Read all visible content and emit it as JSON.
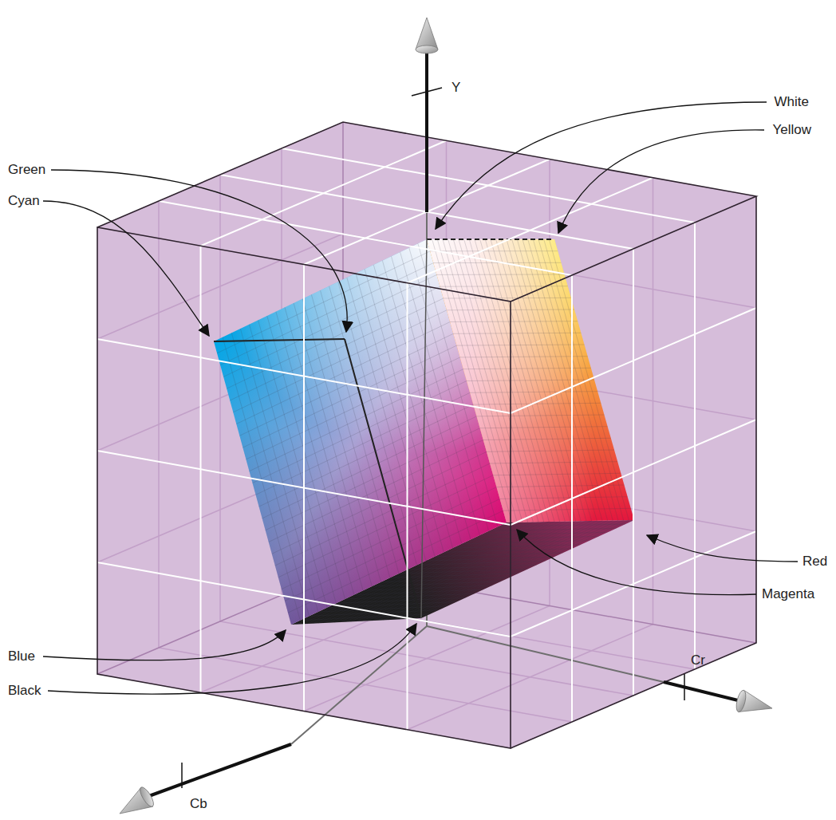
{
  "diagram": {
    "labels": [
      "Y",
      "White",
      "Yellow",
      "Green",
      "Cyan",
      "Red",
      "Magenta",
      "Blue",
      "Black",
      "Cr",
      "Cb"
    ]
  }
}
